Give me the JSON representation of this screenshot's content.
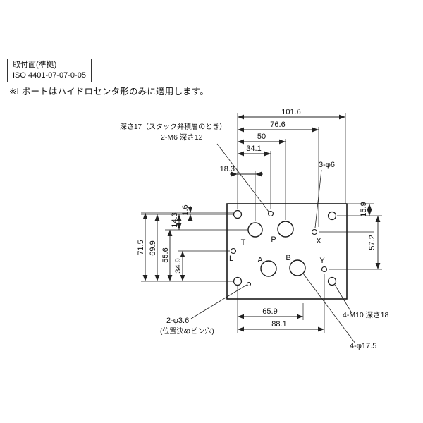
{
  "header": {
    "spec_box": {
      "line1": "取付面(準拠)",
      "line2": "ISO 4401-07-07-0-05"
    },
    "note": "※Lポートはハイドロセンタ形のみに適用します。"
  },
  "drawing": {
    "dims": {
      "h101_6": "101.6",
      "h76_6": "76.6",
      "h50": "50",
      "h34_1": "34.1",
      "h18_3": "18.3",
      "v14_3": "14.3",
      "v1_6": "1.6",
      "v71_5": "71.5",
      "v69_9": "69.9",
      "v55_6": "55.6",
      "v34_9": "34.9",
      "v15_9": "15.9",
      "v57_2": "57.2",
      "b65_9": "65.9",
      "b88_1": "88.1"
    },
    "callouts": {
      "depth17": "深さ17（スタック弁積層のとき）",
      "m6": "2-M6 深さ12",
      "phi6": "3-φ6",
      "pin_line1": "2-φ3.6",
      "pin_line2": "(位置決めピン穴)",
      "m10": "4-M10 深さ18",
      "phi17_5": "4-φ17.5"
    },
    "ports": {
      "t": "T",
      "p": "P",
      "x": "X",
      "l": "L",
      "a": "A",
      "b": "B",
      "y": "Y"
    }
  }
}
